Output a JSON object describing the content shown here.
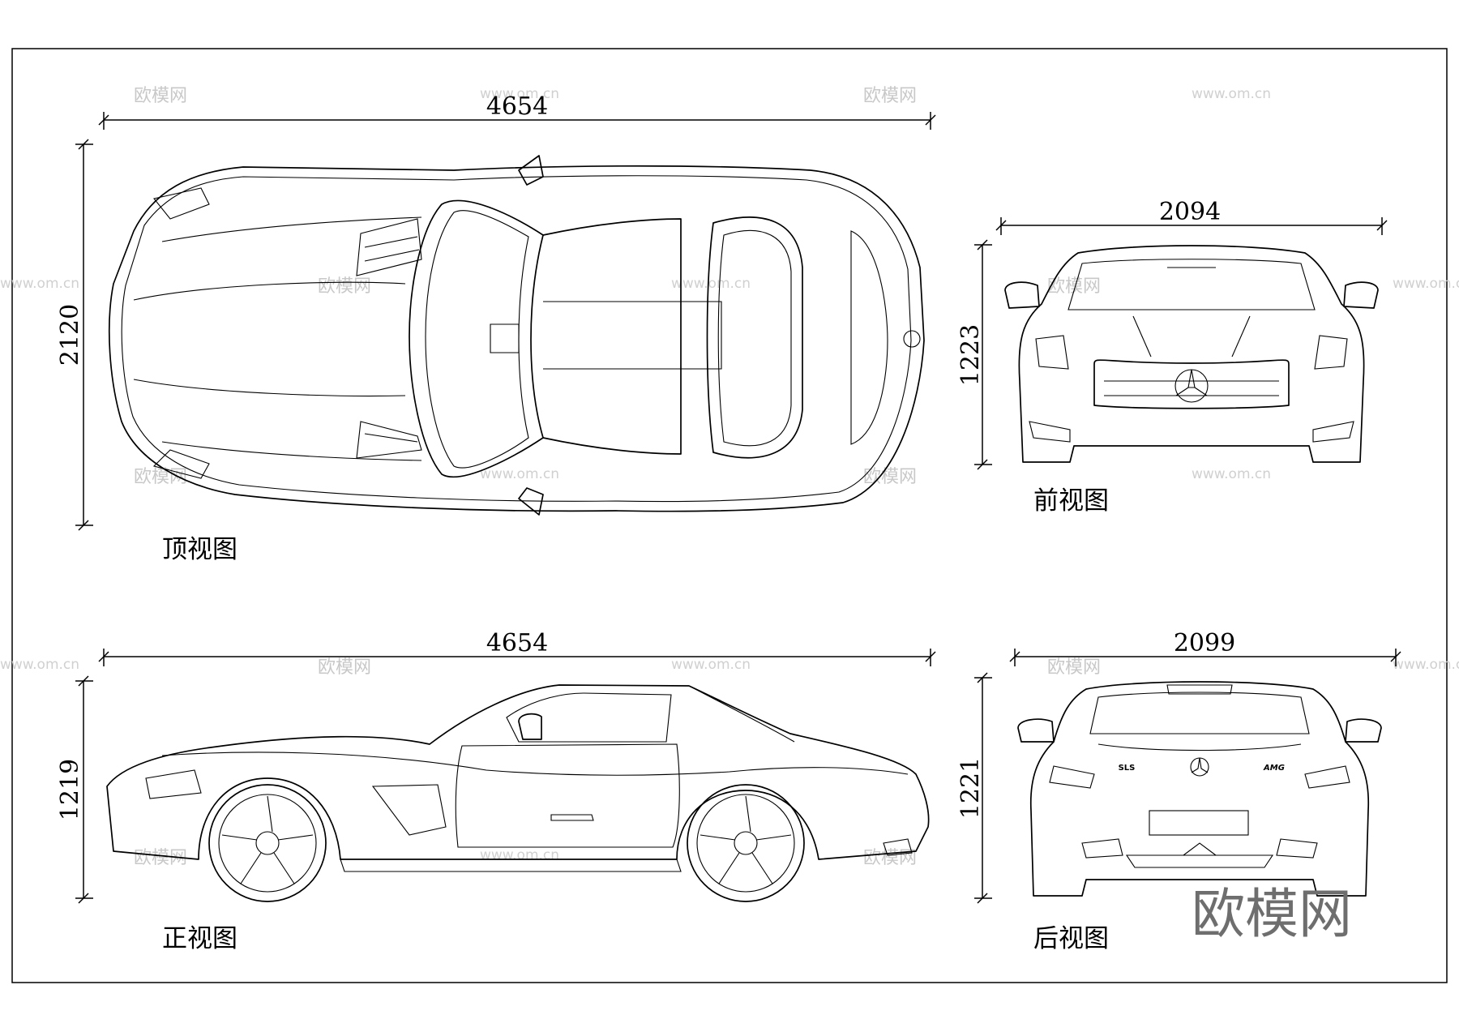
{
  "views": {
    "top": {
      "label": "顶视图",
      "length": "4654",
      "width": "2120"
    },
    "front": {
      "label": "前视图",
      "width": "2094",
      "height": "1223"
    },
    "side": {
      "label": "正视图",
      "length": "4654",
      "height": "1219"
    },
    "rear": {
      "label": "后视图",
      "width": "2099",
      "height": "1221"
    }
  },
  "badges": {
    "model": "SLS",
    "brand": "AMG"
  },
  "watermark": {
    "logo": "欧模网",
    "url": "www.om.cn"
  },
  "colors": {
    "line": "#000000",
    "background": "#ffffff",
    "watermark": "#6e6e6e"
  }
}
